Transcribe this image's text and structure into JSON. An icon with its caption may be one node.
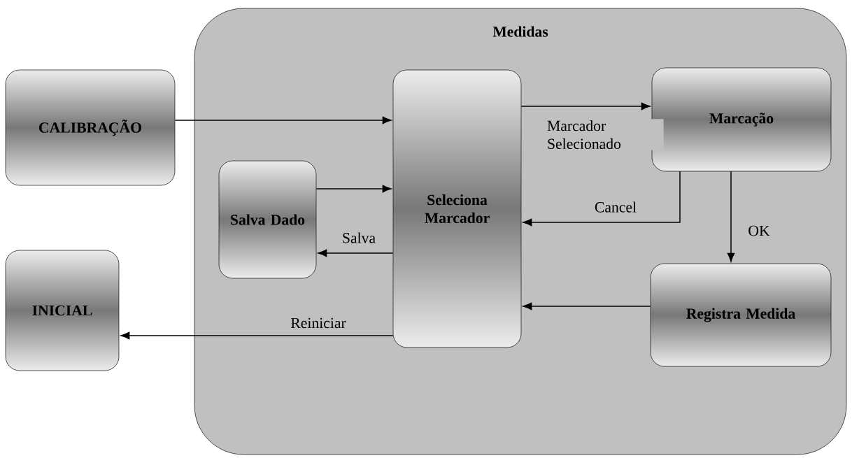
{
  "diagram": {
    "nodes": [
      {
        "text": [
          "Medidas"
        ]
      },
      {
        "text": [
          "CALIBRAÇÃO"
        ]
      },
      {
        "text": [
          "Seleciona Marcador"
        ],
        "in": 0
      },
      {
        "text": [
          "Marcação"
        ],
        "in": 0
      },
      {
        "text": [
          "Salva Dado"
        ],
        "in": 0
      },
      {
        "text": [
          "Registra Medida"
        ],
        "in": 0
      },
      {
        "text": [
          "INICIAL"
        ]
      }
    ],
    "edges": [
      {
        "from": 1,
        "to": 2,
        "arrow": "to"
      },
      {
        "from": 2,
        "to": 3,
        "arrow": "to",
        "label": "Marcador Selecionado"
      },
      {
        "from": 4,
        "to": 2,
        "arrow": "to"
      },
      {
        "from": 3,
        "to": 2,
        "arrow": "to",
        "label": "Cancel"
      },
      {
        "from": 2,
        "to": 4,
        "arrow": "to",
        "label": "Salva"
      },
      {
        "from": 3,
        "to": 5,
        "arrow": "to",
        "label": "OK"
      },
      {
        "from": 5,
        "to": 2,
        "arrow": "to"
      },
      {
        "from": 2,
        "to": 6,
        "arrow": "to",
        "label": "Reiniciar"
      }
    ]
  }
}
